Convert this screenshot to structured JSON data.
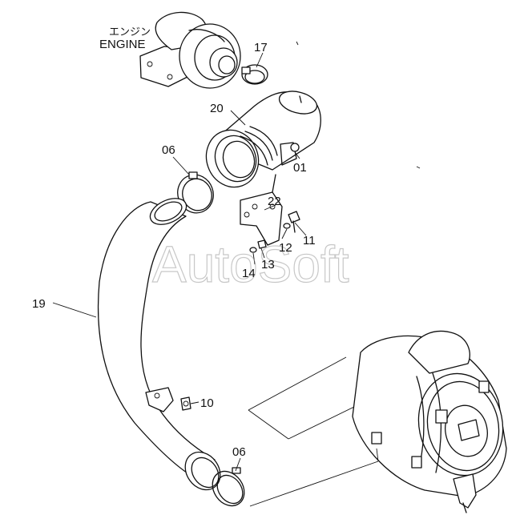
{
  "diagram": {
    "engine_label_jp": "エンジン",
    "engine_label_en": "ENGINE",
    "watermark": "AutoSoft",
    "callouts": [
      {
        "id": "c17",
        "text": "17"
      },
      {
        "id": "c20",
        "text": "20"
      },
      {
        "id": "c06a",
        "text": "06"
      },
      {
        "id": "c01",
        "text": "01"
      },
      {
        "id": "c22",
        "text": "22"
      },
      {
        "id": "c11",
        "text": "11"
      },
      {
        "id": "c12",
        "text": "12"
      },
      {
        "id": "c13",
        "text": "13"
      },
      {
        "id": "c14",
        "text": "14"
      },
      {
        "id": "c19",
        "text": "19"
      },
      {
        "id": "c10",
        "text": "10"
      },
      {
        "id": "c06b",
        "text": "06"
      }
    ]
  }
}
